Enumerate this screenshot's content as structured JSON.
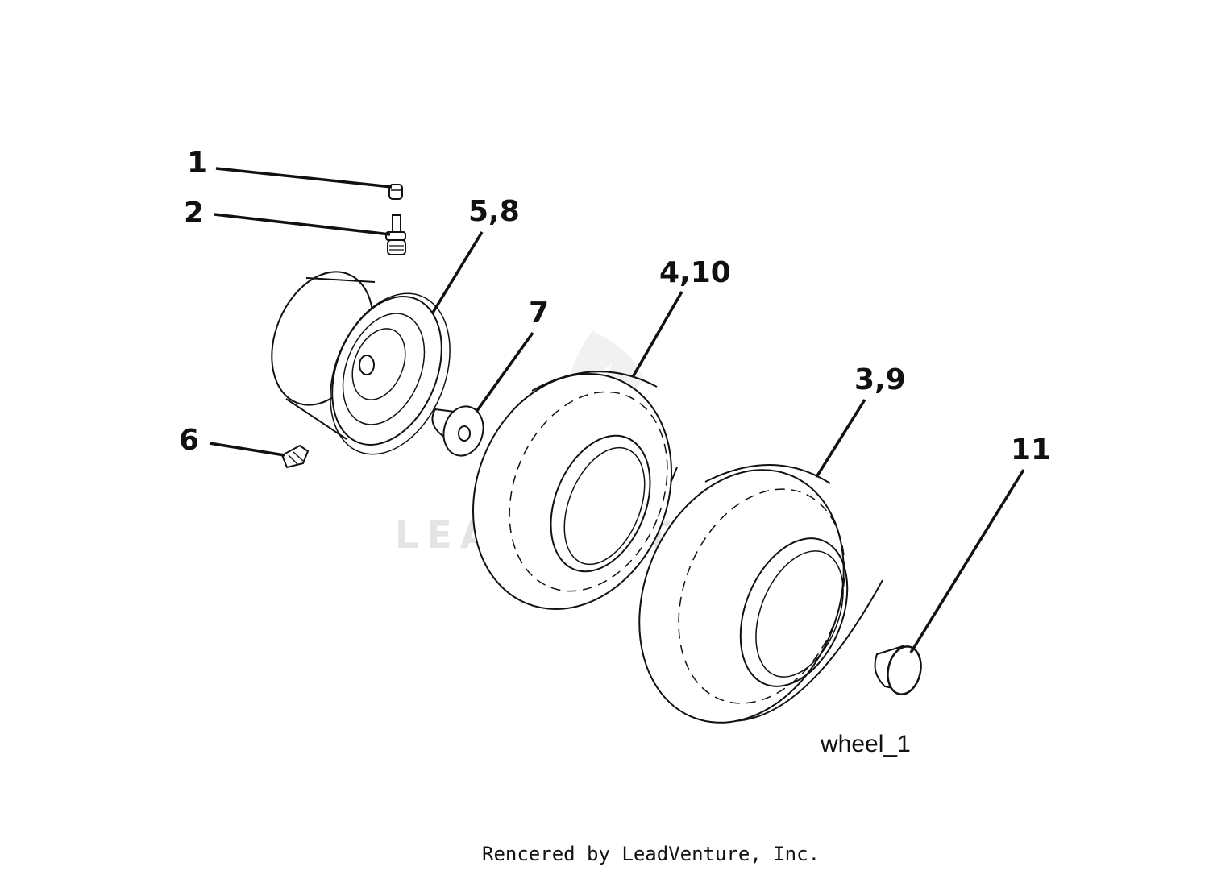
{
  "callouts": [
    "1",
    "2",
    "5,8",
    "7",
    "4,10",
    "3,9",
    "6",
    "11"
  ],
  "diagram_label": "wheel_1",
  "watermark": "LEADVENTURE",
  "footer": "Rencered by LeadVenture, Inc."
}
